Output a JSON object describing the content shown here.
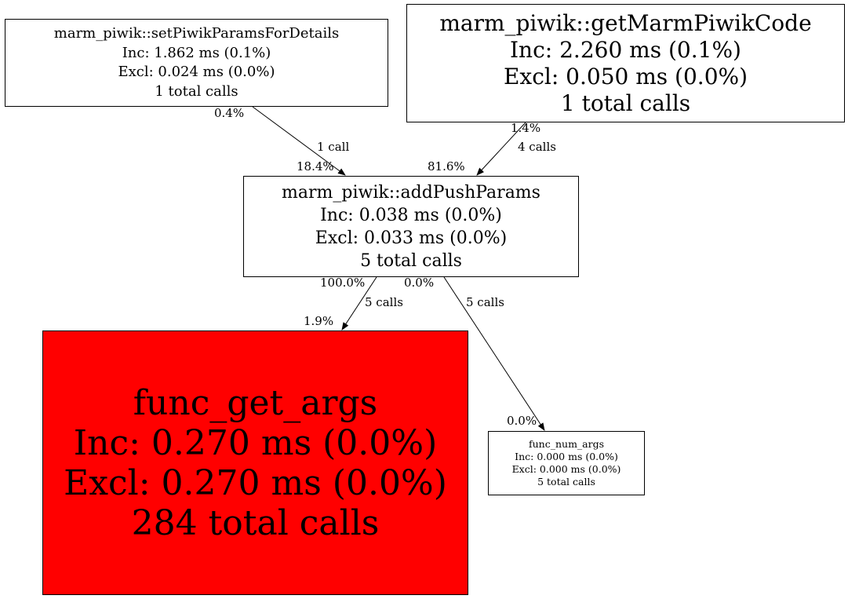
{
  "colors": {
    "hot_node": "#ff0000",
    "node": "#ffffff",
    "edge": "#000000"
  },
  "nodes": {
    "set_piwik_params": {
      "name": "marm_piwik::setPiwikParamsForDetails",
      "inc": "Inc: 1.862 ms (0.1%)",
      "excl": "Excl: 0.024 ms (0.0%)",
      "calls": "1 total calls"
    },
    "get_marm_piwik_code": {
      "name": "marm_piwik::getMarmPiwikCode",
      "inc": "Inc: 2.260 ms (0.1%)",
      "excl": "Excl: 0.050 ms (0.0%)",
      "calls": "1 total calls"
    },
    "add_push_params": {
      "name": "marm_piwik::addPushParams",
      "inc": "Inc: 0.038 ms (0.0%)",
      "excl": "Excl: 0.033 ms (0.0%)",
      "calls": "5 total calls"
    },
    "func_get_args": {
      "name": "func_get_args",
      "inc": "Inc: 0.270 ms (0.0%)",
      "excl": "Excl: 0.270 ms (0.0%)",
      "calls": "284 total calls"
    },
    "func_num_args": {
      "name": "func_num_args",
      "inc": "Inc: 0.000 ms (0.0%)",
      "excl": "Excl: 0.000 ms (0.0%)",
      "calls": "5 total calls"
    }
  },
  "edges": [
    {
      "from": "set_piwik_params",
      "to": "add_push_params",
      "tail": "0.4%",
      "label": "1 call",
      "head": "18.4%"
    },
    {
      "from": "get_marm_piwik_code",
      "to": "add_push_params",
      "tail": "1.4%",
      "label": "4 calls",
      "head": "81.6%"
    },
    {
      "from": "add_push_params",
      "to": "func_get_args",
      "tail": "100.0%",
      "label": "5 calls",
      "head": "1.9%"
    },
    {
      "from": "add_push_params",
      "to": "func_num_args",
      "tail": "0.0%",
      "label": "5 calls",
      "head": "0.0%"
    }
  ]
}
